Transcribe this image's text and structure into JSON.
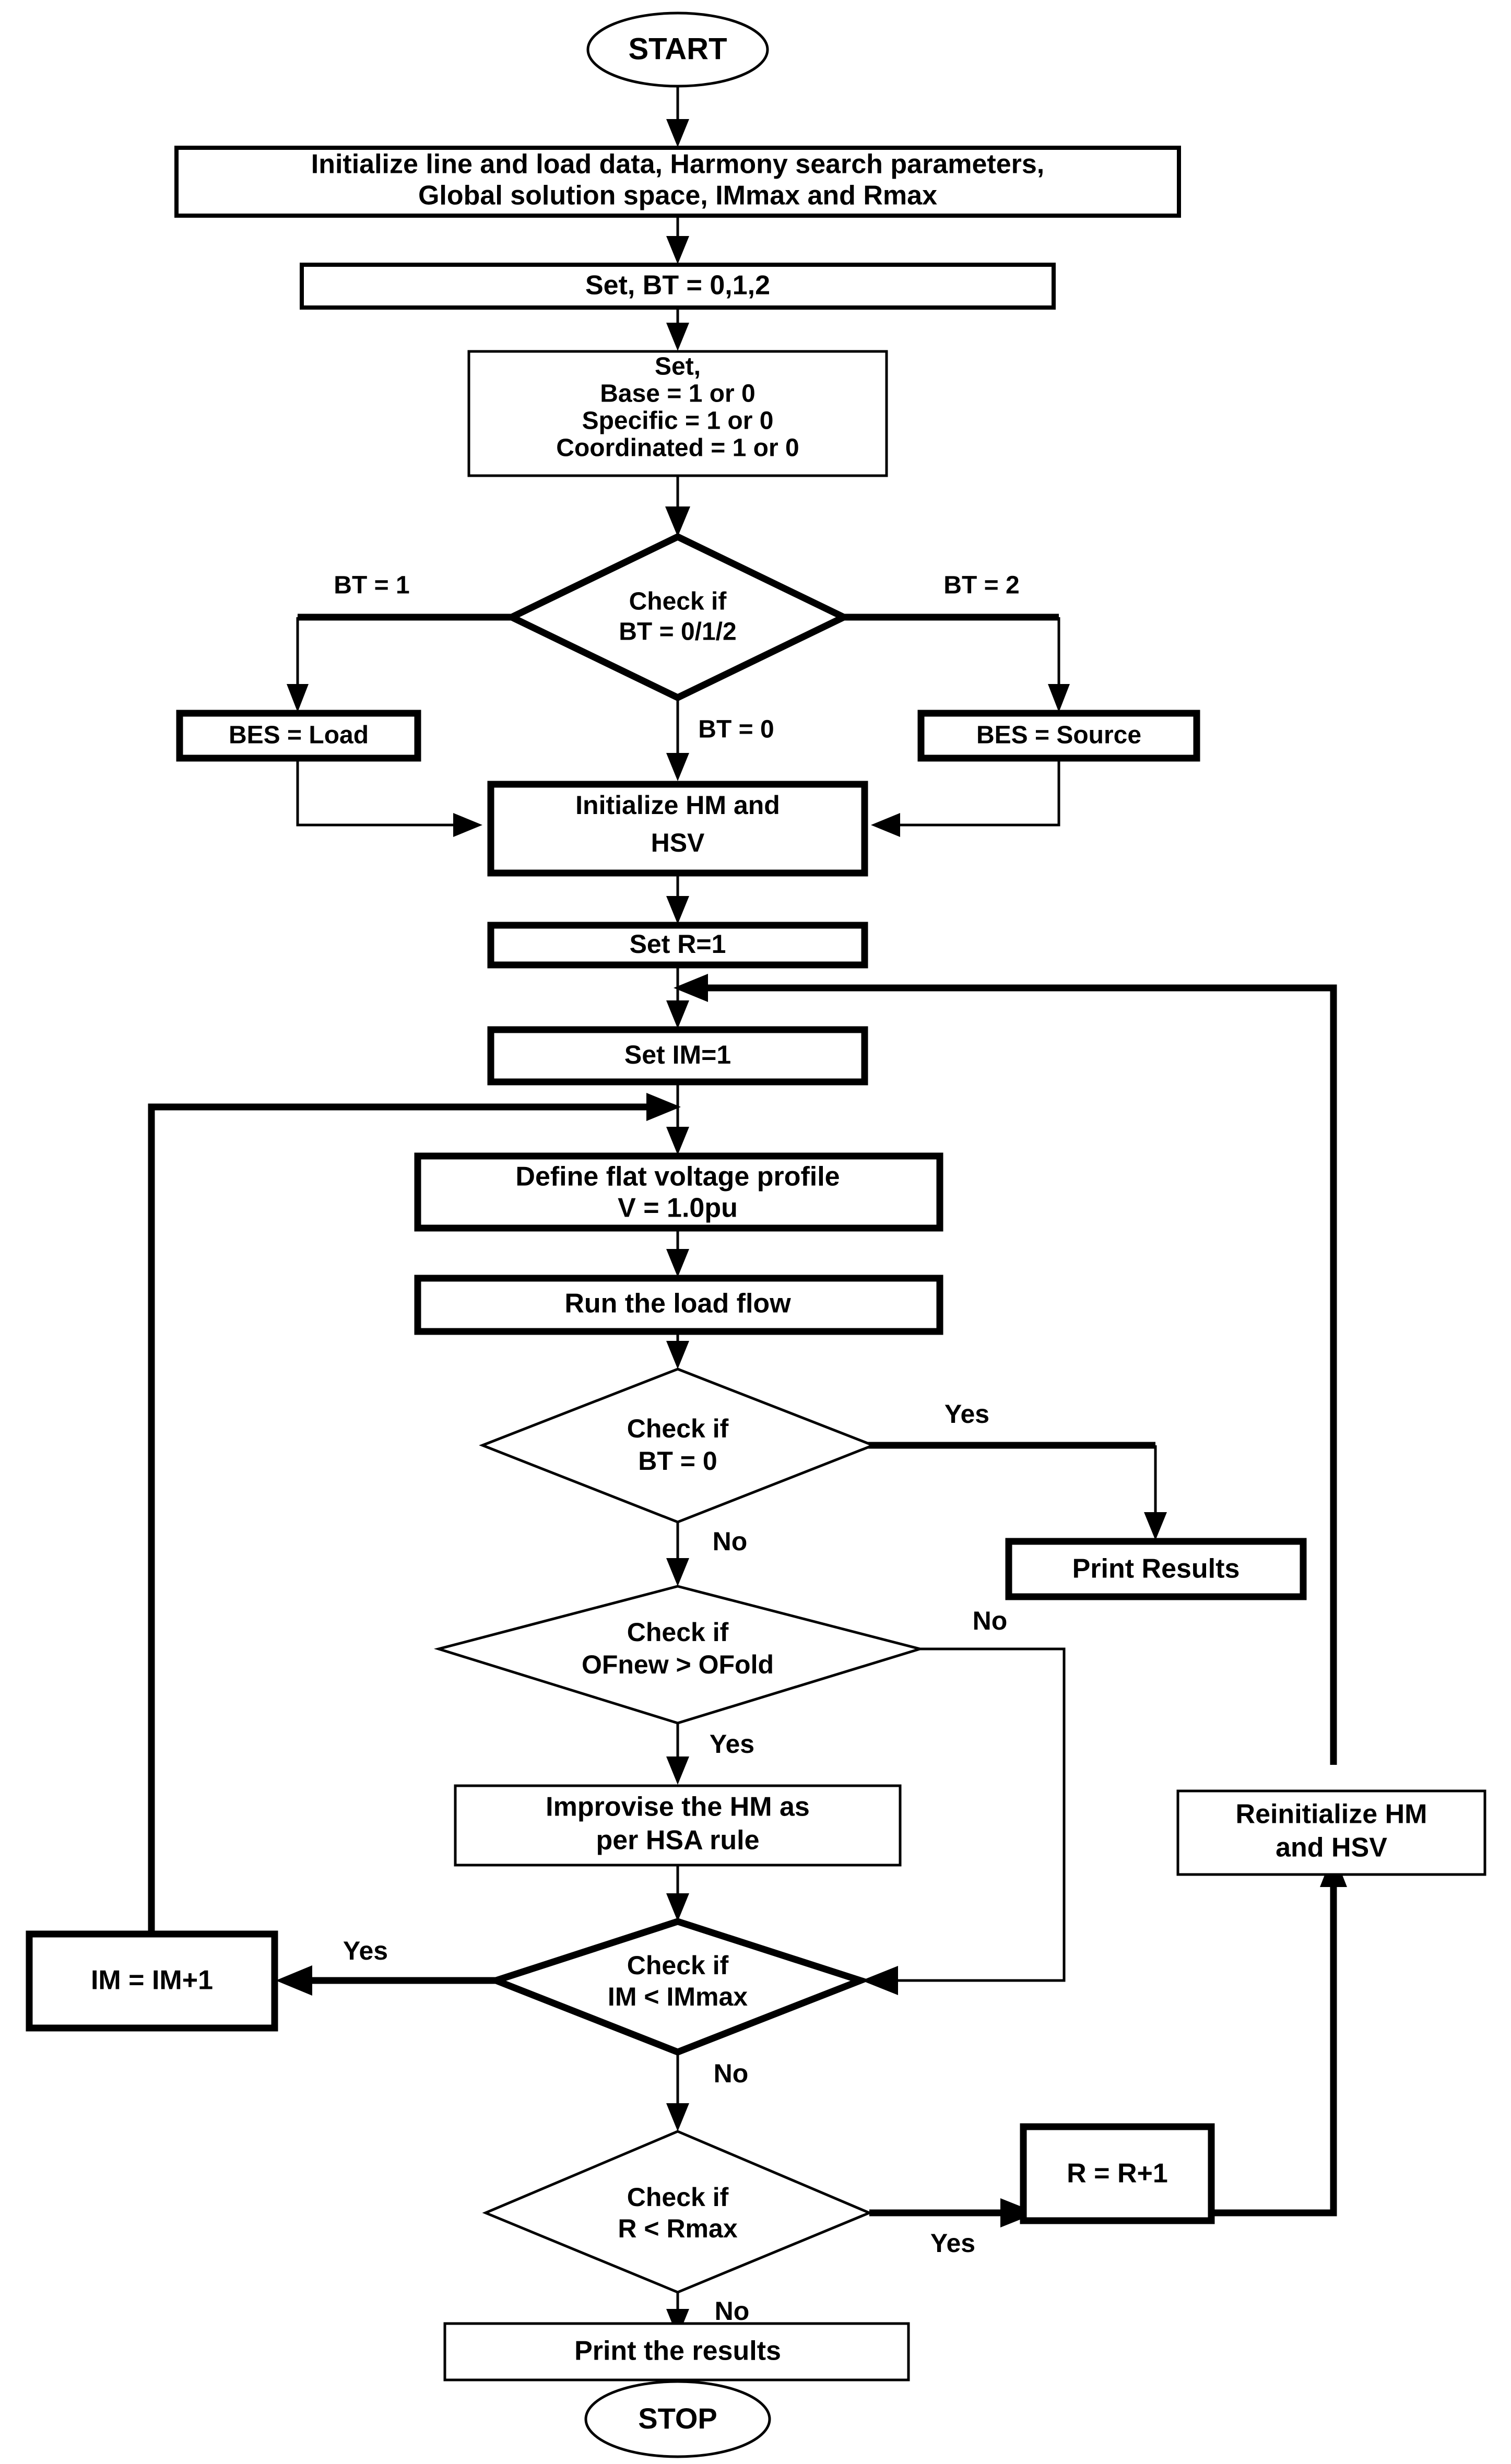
{
  "diagram": {
    "title": "Harmony Search Algorithm BES placement flowchart",
    "colors": {
      "stroke": "#000000",
      "fill": "#ffffff",
      "text": "#000000"
    }
  },
  "nodes": {
    "start": {
      "label": "START",
      "shape": "terminator"
    },
    "initialize": {
      "line1": "Initialize line and load data, Harmony search parameters,",
      "line2": "Global solution space, IMmax and Rmax",
      "shape": "process"
    },
    "set_bt": {
      "label": "Set, BT = 0,1,2",
      "shape": "process"
    },
    "set_flags": {
      "line1": "Set,",
      "line2": "Base = 1 or 0",
      "line3": "Specific = 1 or 0",
      "line4": "Coordinated = 1 or 0",
      "shape": "process"
    },
    "check_bt_012": {
      "line1": "Check if",
      "line2": "BT = 0/1/2",
      "shape": "decision"
    },
    "bes_load": {
      "label": "BES = Load",
      "shape": "process"
    },
    "bes_source": {
      "label": "BES = Source",
      "shape": "process"
    },
    "init_hm_hsv": {
      "line1": "Initialize HM and",
      "line2": "HSV",
      "shape": "process"
    },
    "set_r1": {
      "label": "Set R=1",
      "shape": "process"
    },
    "set_im1": {
      "label": "Set IM=1",
      "shape": "process"
    },
    "flat_voltage": {
      "line1": "Define flat voltage profile",
      "line2": "V = 1.0pu",
      "shape": "process"
    },
    "run_load_flow": {
      "label": "Run the load flow",
      "shape": "process"
    },
    "check_bt_0": {
      "line1": "Check if",
      "line2": "BT = 0",
      "shape": "decision"
    },
    "print_results_upper": {
      "label": "Print Results",
      "shape": "process"
    },
    "check_of": {
      "line1": "Check if",
      "line2": "OFnew > OFold",
      "shape": "decision"
    },
    "improvise_hm": {
      "line1": "Improvise the HM as",
      "line2": "per HSA rule",
      "shape": "process"
    },
    "reinit_hm_hsv": {
      "line1": "Reinitialize HM",
      "line2": "and HSV",
      "shape": "process"
    },
    "check_im": {
      "line1": "Check if",
      "line2": "IM < IMmax",
      "shape": "decision"
    },
    "im_increment": {
      "label": "IM = IM+1",
      "shape": "process"
    },
    "check_r": {
      "line1": "Check if",
      "line2": "R < Rmax",
      "shape": "decision"
    },
    "r_increment": {
      "label": "R = R+1",
      "shape": "process"
    },
    "print_results_lower": {
      "label": "Print the results",
      "shape": "process"
    },
    "stop": {
      "label": "STOP",
      "shape": "terminator"
    }
  },
  "edge_labels": {
    "bt_eq_1": "BT = 1",
    "bt_eq_2": "BT = 2",
    "bt_eq_0": "BT = 0",
    "bt0_yes": "Yes",
    "bt0_no": "No",
    "of_no": "No",
    "of_yes": "Yes",
    "im_yes": "Yes",
    "im_no": "No",
    "r_yes": "Yes",
    "r_no": "No"
  }
}
